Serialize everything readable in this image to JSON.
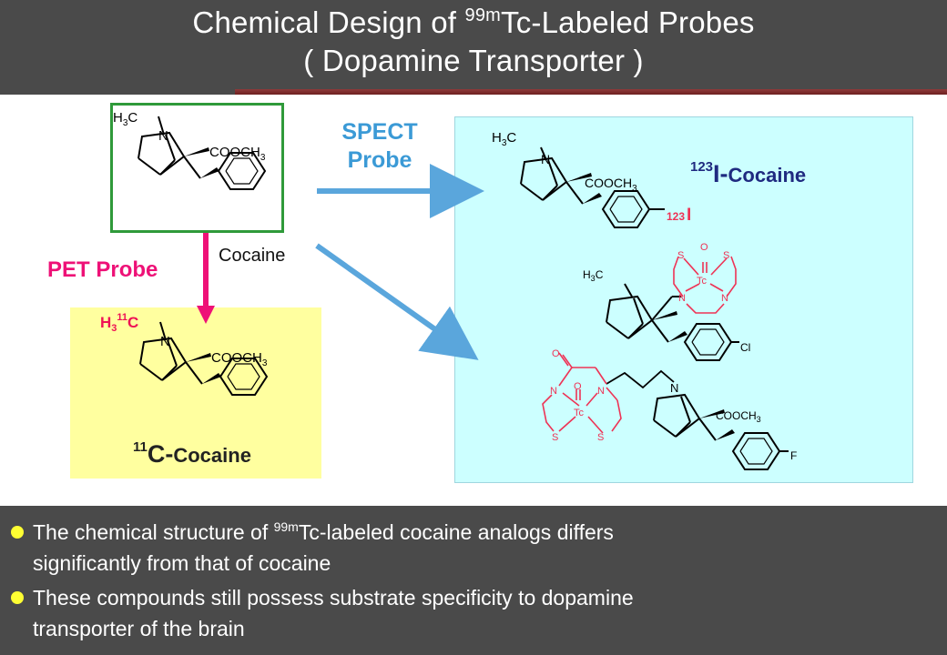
{
  "header": {
    "title_prefix": "Chemical Design of ",
    "title_sup": "99m",
    "title_suffix": "Tc-Labeled Probes",
    "title_line2": "( Dopamine Transporter )"
  },
  "labels": {
    "spect_line1": "SPECT",
    "spect_line2": "Probe",
    "pet": "PET Probe",
    "cocaine": "Cocaine",
    "c11_mass": "11",
    "c11_element": "C-",
    "c11_name": "Cocaine",
    "i123_mass": "123",
    "i123_element": "I-",
    "i123_name": "Cocaine"
  },
  "molecules": {
    "methyl_h": "H",
    "methyl_3": "3",
    "methyl_c": "C",
    "c11_mass": "11",
    "nitrogen": "N",
    "ester": "COOCH",
    "ester_sub": "3",
    "iodine_mass": "123",
    "iodine": "I",
    "oxygen": "O",
    "sulfur": "S",
    "technetium": "Tc",
    "chloro": "Cl",
    "fluoro": "F"
  },
  "colors": {
    "header_bg": "#4a4a4a",
    "accent_rule": "#7a2a2a",
    "green_frame": "#2f9a3a",
    "pet_panel": "#ffff9f",
    "spect_panel": "#ccffff",
    "spect_blue": "#3b9ad6",
    "pet_pink": "#ee1177",
    "chelate_red": "#ee3355",
    "bullet_yellow": "#ffff33"
  },
  "bullets": [
    {
      "prefix": "The chemical structure of ",
      "sup": "99m",
      "rest": "Tc-labeled cocaine analogs differs",
      "line2": "significantly from that of cocaine"
    },
    {
      "prefix": "These compounds still possess substrate specificity to dopamine",
      "sup": "",
      "rest": "",
      "line2": "transporter of the brain"
    }
  ]
}
